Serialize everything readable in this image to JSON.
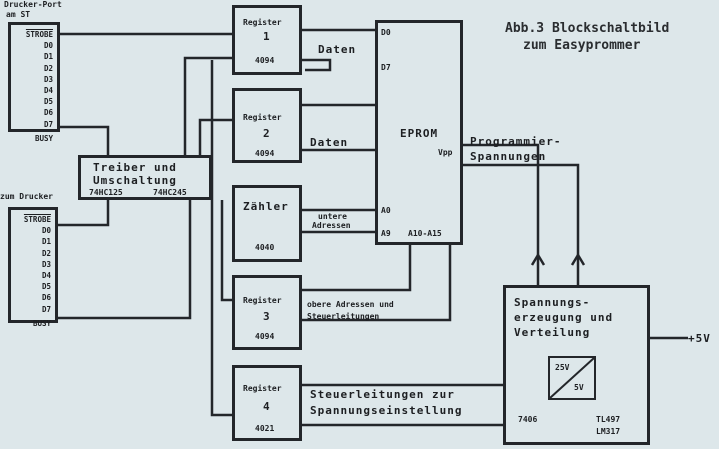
{
  "title": {
    "line1": "Abb.3 Blockschaltbild",
    "line2": "zum Easyprommer"
  },
  "port_st": {
    "label1": "Drucker-Port",
    "label2": "am ST",
    "pins": [
      "STROBE",
      "D0",
      "D1",
      "D2",
      "D3",
      "D4",
      "D5",
      "D6",
      "D7",
      "BUSY"
    ]
  },
  "port_printer": {
    "label": "zum Drucker",
    "pins": [
      "STROBE",
      "D0",
      "D1",
      "D2",
      "D3",
      "D4",
      "D5",
      "D6",
      "D7",
      "BUSY"
    ]
  },
  "driver": {
    "line1": "Treiber und",
    "line2": "Umschaltung",
    "chip1": "74HC125",
    "chip2": "74HC245"
  },
  "registers": [
    {
      "name": "Register",
      "num": "1",
      "chip": "4094"
    },
    {
      "name": "Register",
      "num": "2",
      "chip": "4094"
    },
    {
      "name": "Zähler",
      "num": "",
      "chip": "4040"
    },
    {
      "name": "Register",
      "num": "3",
      "chip": "4094"
    },
    {
      "name": "Register",
      "num": "4",
      "chip": "4021"
    }
  ],
  "eprom": {
    "name": "EPROM",
    "d0": "D0",
    "d7": "D7",
    "vpp": "Vpp",
    "a0": "A0",
    "a9": "A9",
    "a10": "A10-A15"
  },
  "signals": {
    "daten1": "Daten",
    "daten2": "Daten",
    "untere1": "untere",
    "untere2": "Adressen",
    "obere1": "obere Adressen und",
    "obere2": "Steuerleitungen",
    "steuer1": "Steuerleitungen zur",
    "steuer2": "Spannungseinstellung",
    "prog1": "Programmier-",
    "prog2": "Spannungen",
    "plus5v": "+5V"
  },
  "power": {
    "line1": "Spannungs-",
    "line2": "erzeugung und",
    "line3": "Verteilung",
    "in": "25V",
    "out": "5V",
    "chip1": "7406",
    "chip2": "TL497",
    "chip3": "LM317"
  }
}
